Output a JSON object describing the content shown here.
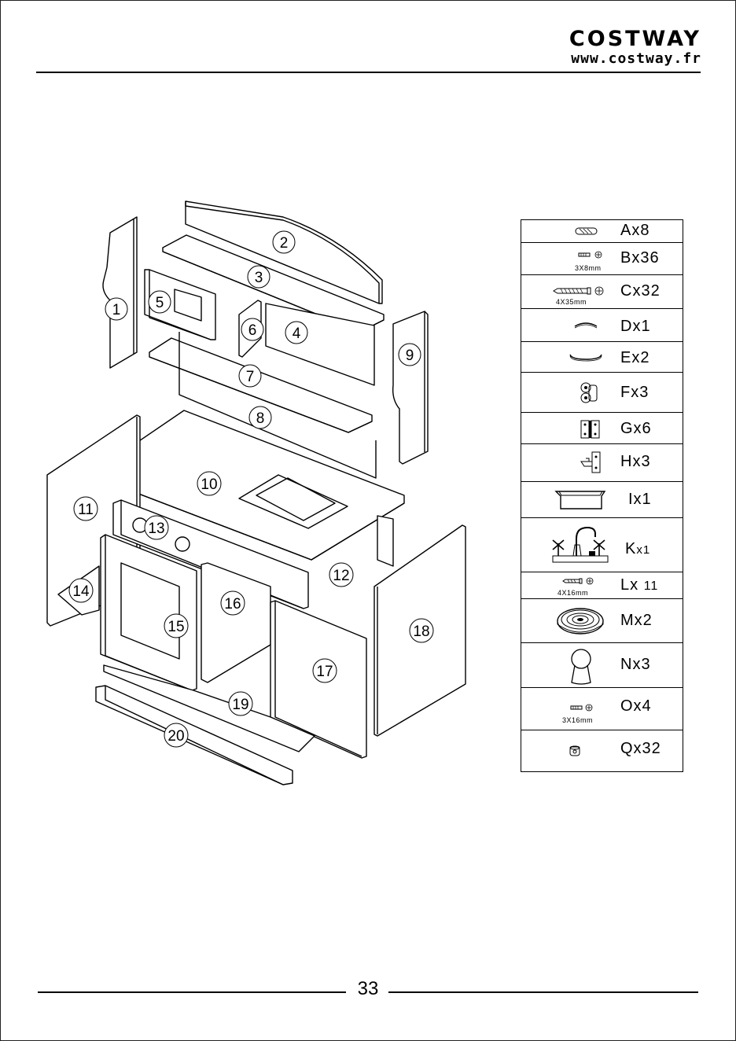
{
  "header": {
    "brand": "COSTWAY",
    "website": "www.costway.fr"
  },
  "diagram": {
    "part_numbers": [
      "1",
      "2",
      "3",
      "4",
      "5",
      "6",
      "7",
      "8",
      "9",
      "10",
      "11",
      "12",
      "13",
      "14",
      "15",
      "16",
      "17",
      "18",
      "19",
      "20"
    ]
  },
  "parts_list": [
    {
      "label": "Ax8",
      "icon": "dowel-icon",
      "size": ""
    },
    {
      "label": "Bx36",
      "icon": "short-screw-icon",
      "size": "3X8mm"
    },
    {
      "label": "Cx32",
      "icon": "long-screw-icon",
      "size": "4X35mm"
    },
    {
      "label": "Dx1",
      "icon": "small-handle-icon",
      "size": ""
    },
    {
      "label": "Ex2",
      "icon": "long-handle-icon",
      "size": ""
    },
    {
      "label": "Fx3",
      "icon": "cabinet-hinge-icon",
      "size": ""
    },
    {
      "label": "Gx6",
      "icon": "butt-hinge-icon",
      "size": ""
    },
    {
      "label": "Hx3",
      "icon": "latch-icon",
      "size": ""
    },
    {
      "label": "Ix1",
      "icon": "sink-basin-icon",
      "size": ""
    },
    {
      "label_main": "K",
      "label_sub": "x1",
      "icon": "faucet-icon",
      "size": ""
    },
    {
      "label_main": "Lx",
      "label_sub": "11",
      "icon": "medium-screw-icon",
      "size": "4X16mm"
    },
    {
      "label": "Mx2",
      "icon": "burner-icon",
      "size": ""
    },
    {
      "label": "Nx3",
      "icon": "knob-icon",
      "size": ""
    },
    {
      "label": "Ox4",
      "icon": "screw-icon",
      "size": "3X16mm"
    },
    {
      "label": "Qx32",
      "icon": "cam-lock-icon",
      "size": ""
    }
  ],
  "footer": {
    "page_number": "33"
  }
}
